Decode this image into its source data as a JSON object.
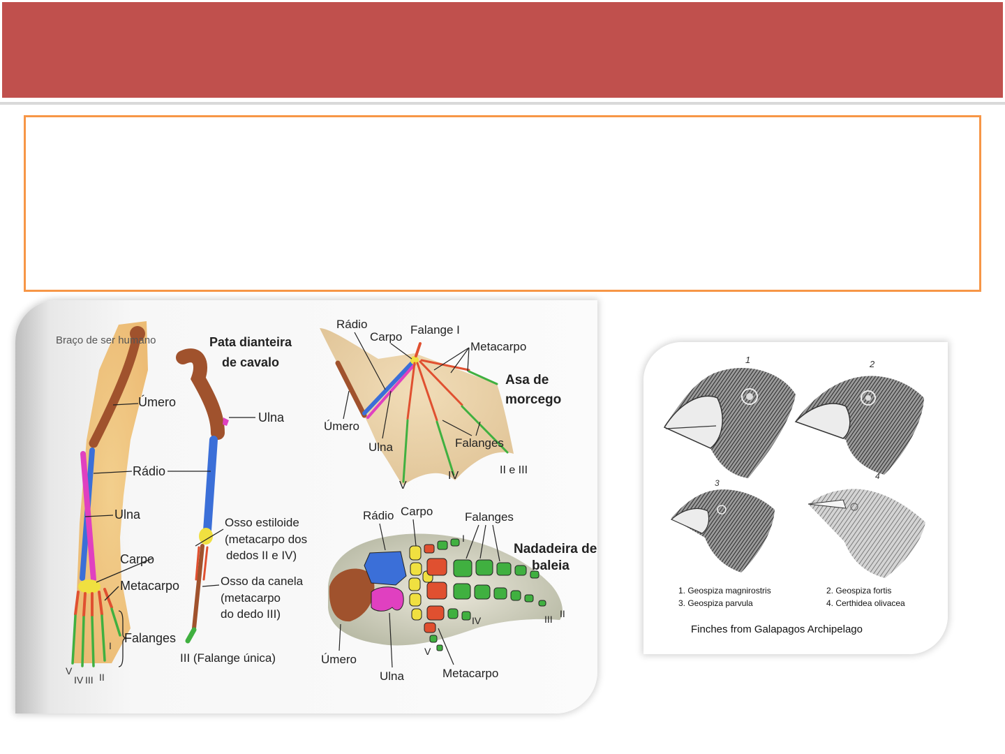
{
  "slide": {
    "title": "",
    "body_text": ""
  },
  "colors": {
    "banner": "#c0504d",
    "box_border": "#f79646",
    "bone_umero": "#a0522d",
    "bone_radio": "#3b6fd8",
    "bone_ulna": "#e040c0",
    "bone_carpo": "#f0e040",
    "bone_metacarpo": "#e05030",
    "bone_falanges": "#40b040"
  },
  "homology": {
    "human": {
      "heading": "Braço de ser humano",
      "labels": {
        "umero": "Úmero",
        "radio": "Rádio",
        "ulna": "Ulna",
        "carpo": "Carpo",
        "metacarpo": "Metacarpo",
        "falanges": "Falanges"
      },
      "digits": [
        "V",
        "IV",
        "III",
        "II",
        "I"
      ]
    },
    "horse": {
      "heading_1": "Pata dianteira",
      "heading_2": "de cavalo",
      "labels": {
        "ulna": "Ulna",
        "osso_estiloide_1": "Osso estiloide",
        "osso_estiloide_2": "(metacarpo dos",
        "osso_estiloide_3": "dedos II e IV)",
        "osso_canela_1": "Osso da canela",
        "osso_canela_2": "(metacarpo",
        "osso_canela_3": "do dedo III)",
        "falange_unica": "III (Falange única)"
      }
    },
    "bat": {
      "heading_1": "Asa de",
      "heading_2": "morcego",
      "labels": {
        "radio": "Rádio",
        "carpo": "Carpo",
        "falange_i": "Falange I",
        "metacarpo": "Metacarpo",
        "umero": "Úmero",
        "ulna": "Ulna",
        "falanges": "Falanges",
        "d_v": "V",
        "d_iv": "IV",
        "d_ii_iii": "II e III"
      }
    },
    "whale": {
      "heading_1": "Nadadeira de",
      "heading_2": "baleia",
      "labels": {
        "radio": "Rádio",
        "carpo": "Carpo",
        "falanges": "Falanges",
        "d_i": "I",
        "umero": "Úmero",
        "ulna": "Ulna",
        "metacarpo": "Metacarpo",
        "d_iv": "IV",
        "d_v": "V",
        "d_iii": "III",
        "d_ii": "II"
      }
    }
  },
  "finches": {
    "numbers": [
      "1",
      "2",
      "3",
      "4"
    ],
    "legend_1": "1. Geospiza magnirostris",
    "legend_2": "2. Geospiza fortis",
    "legend_3": "3. Geospiza parvula",
    "legend_4": "4. Certhidea olivacea",
    "caption": "Finches from Galapagos Archipelago"
  }
}
